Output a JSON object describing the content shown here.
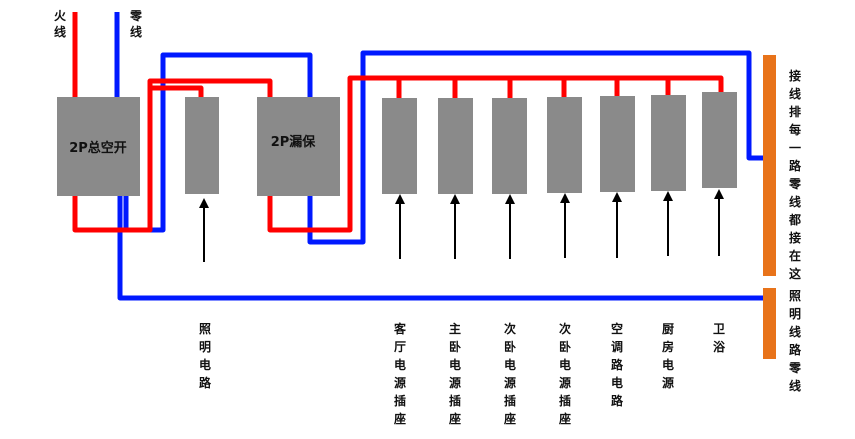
{
  "colors": {
    "live": "#ff0000",
    "neutral": "#0019ff",
    "box": "#8a8a8a",
    "bar": "#e8731a",
    "arrow": "#000000"
  },
  "wires": {
    "live_label": "火线",
    "neutral_label": "零线"
  },
  "main_breaker": {
    "label": "2P总空开"
  },
  "rcd": {
    "label": "2P漏保"
  },
  "circuits": [
    {
      "label": "照明电路"
    },
    {
      "label": "客厅电源插座"
    },
    {
      "label": "主卧电源插座"
    },
    {
      "label": "次卧电源插座"
    },
    {
      "label": "次卧电源插座"
    },
    {
      "label": "空调路电路"
    },
    {
      "label": "厨房电源"
    },
    {
      "label": "卫浴"
    }
  ],
  "neutral_bar_note": "接线排每一路零线都接在这",
  "lighting_neutral_note": "照明线路零线"
}
